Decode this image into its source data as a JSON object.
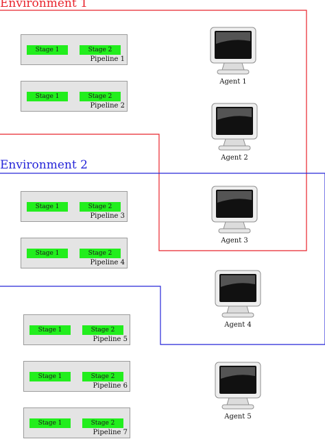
{
  "environments": [
    {
      "title": "Environment 1",
      "color": "#e8232b"
    },
    {
      "title": "Environment 2",
      "color": "#2525d8"
    }
  ],
  "stage_color": "#22ee1d",
  "pipelines": [
    {
      "stage1": "Stage 1",
      "stage2": "Stage 2",
      "label": "Pipeline 1"
    },
    {
      "stage1": "Stage 1",
      "stage2": "Stage 2",
      "label": "Pipeline 2"
    },
    {
      "stage1": "Stage 1",
      "stage2": "Stage 2",
      "label": "Pipeline 3"
    },
    {
      "stage1": "Stage 1",
      "stage2": "Stage 2",
      "label": "Pipeline 4"
    },
    {
      "stage1": "Stage 1",
      "stage2": "Stage 2",
      "label": "Pipeline 5"
    },
    {
      "stage1": "Stage 1",
      "stage2": "Stage 2",
      "label": "Pipeline 6"
    },
    {
      "stage1": "Stage 1",
      "stage2": "Stage 2",
      "label": "Pipeline 7"
    }
  ],
  "agents": [
    {
      "label": "Agent 1",
      "icon": "monitor-icon"
    },
    {
      "label": "Agent 2",
      "icon": "monitor-icon"
    },
    {
      "label": "Agent 3",
      "icon": "monitor-icon"
    },
    {
      "label": "Agent 4",
      "icon": "monitor-icon"
    },
    {
      "label": "Agent 5",
      "icon": "monitor-icon"
    }
  ]
}
